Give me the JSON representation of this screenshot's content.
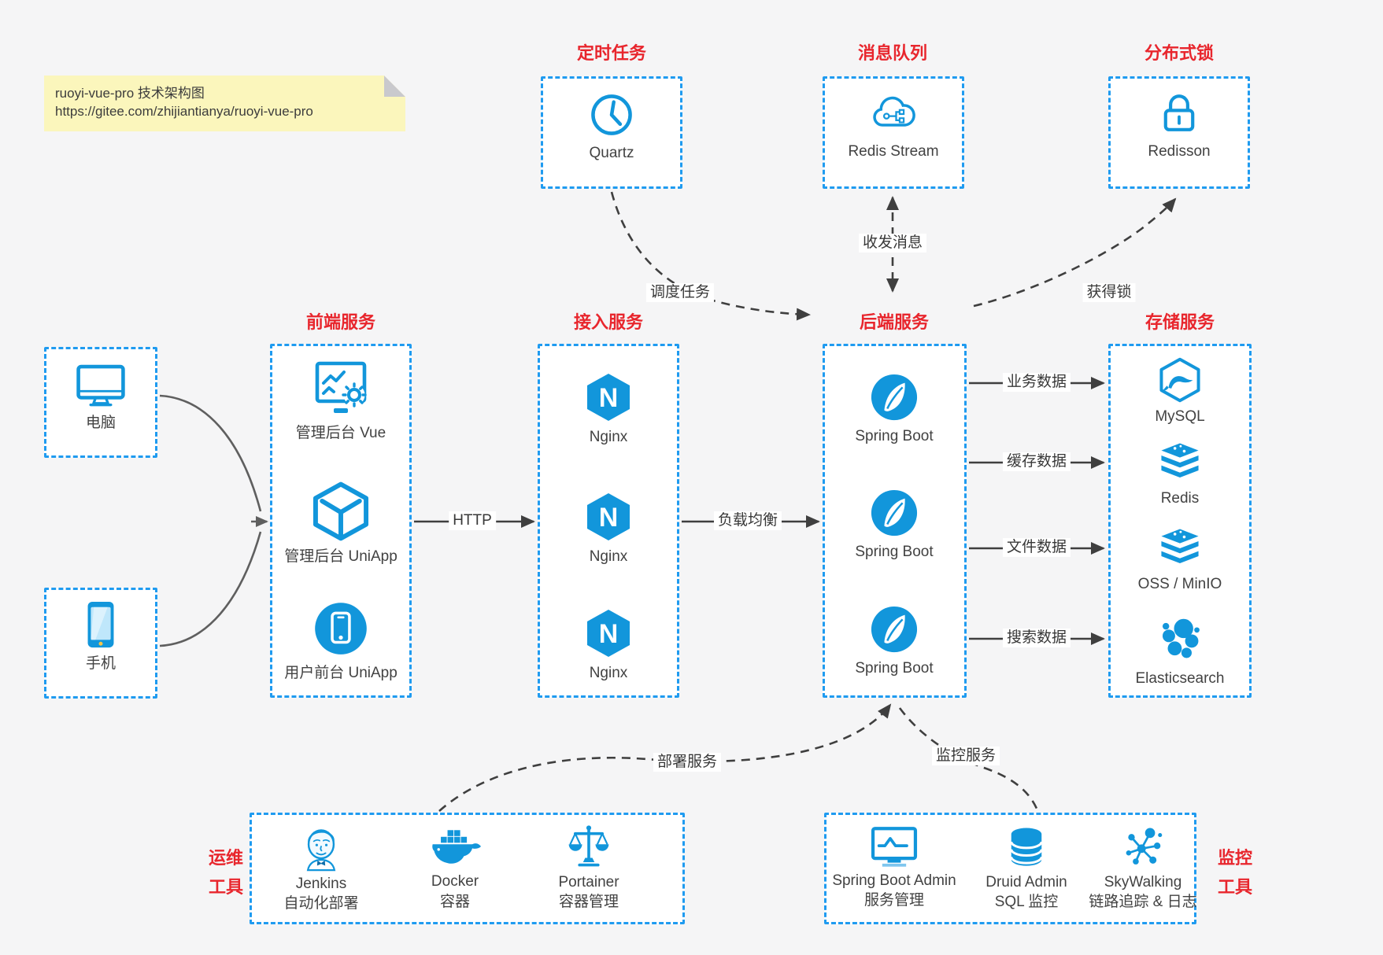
{
  "note": {
    "title": "ruoyi-vue-pro 技术架构图",
    "url": "https://gitee.com/zhijiantianya/ruoyi-vue-pro"
  },
  "top_groups": [
    {
      "title": "定时任务",
      "label": "Quartz",
      "icon": "clock-icon"
    },
    {
      "title": "消息队列",
      "label": "Redis Stream",
      "icon": "cloud-stream-icon"
    },
    {
      "title": "分布式锁",
      "label": "Redisson",
      "icon": "lock-icon"
    }
  ],
  "clients": [
    {
      "label": "电脑",
      "icon": "desktop-icon"
    },
    {
      "label": "手机",
      "icon": "smartphone-icon"
    }
  ],
  "columns": {
    "frontend": {
      "title": "前端服务",
      "items": [
        {
          "label": "管理后台 Vue",
          "icon": "admin-vue-icon"
        },
        {
          "label": "管理后台 UniApp",
          "icon": "uniapp-cube-icon"
        },
        {
          "label": "用户前台 UniApp",
          "icon": "user-uniapp-icon"
        }
      ]
    },
    "gateway": {
      "title": "接入服务",
      "items": [
        {
          "label": "Nginx",
          "icon": "nginx-icon"
        },
        {
          "label": "Nginx",
          "icon": "nginx-icon"
        },
        {
          "label": "Nginx",
          "icon": "nginx-icon"
        }
      ]
    },
    "backend": {
      "title": "后端服务",
      "items": [
        {
          "label": "Spring Boot",
          "icon": "spring-icon"
        },
        {
          "label": "Spring Boot",
          "icon": "spring-icon"
        },
        {
          "label": "Spring Boot",
          "icon": "spring-icon"
        }
      ]
    },
    "storage": {
      "title": "存储服务",
      "items": [
        {
          "label": "MySQL",
          "icon": "mysql-icon"
        },
        {
          "label": "Redis",
          "icon": "redis-stack-icon"
        },
        {
          "label": "OSS / MinIO",
          "icon": "redis-stack-icon"
        },
        {
          "label": "Elasticsearch",
          "icon": "elasticsearch-icon"
        }
      ]
    }
  },
  "edges": {
    "http": "HTTP",
    "load_balance": "负载均衡",
    "business_data": "业务数据",
    "cache_data": "缓存数据",
    "file_data": "文件数据",
    "search_data": "搜索数据",
    "schedule": "调度任务",
    "message": "收发消息",
    "lock": "获得锁",
    "deploy": "部署服务",
    "monitor": "监控服务"
  },
  "ops_tools": {
    "side_label": [
      "运维",
      "工具"
    ],
    "items": [
      {
        "name": "Jenkins",
        "desc": "自动化部署",
        "icon": "jenkins-icon"
      },
      {
        "name": "Docker",
        "desc": "容器",
        "icon": "docker-icon"
      },
      {
        "name": "Portainer",
        "desc": "容器管理",
        "icon": "portainer-icon"
      }
    ]
  },
  "monitor_tools": {
    "side_label": [
      "监控",
      "工具"
    ],
    "items": [
      {
        "name": "Spring Boot Admin",
        "desc": "服务管理",
        "icon": "sba-icon"
      },
      {
        "name": "Druid Admin",
        "desc": "SQL 监控",
        "icon": "druid-icon"
      },
      {
        "name": "SkyWalking",
        "desc": "链路追踪 & 日志",
        "icon": "skywalking-icon"
      }
    ]
  },
  "colors": {
    "accent": "#1296db",
    "border_blue": "#1f9bf0",
    "title_red": "#e8262d",
    "arrow_dark": "#3f3f3f",
    "connector_gray": "#5f5f5f",
    "note_bg": "#fbf6bc",
    "page_bg": "#f5f5f6"
  }
}
